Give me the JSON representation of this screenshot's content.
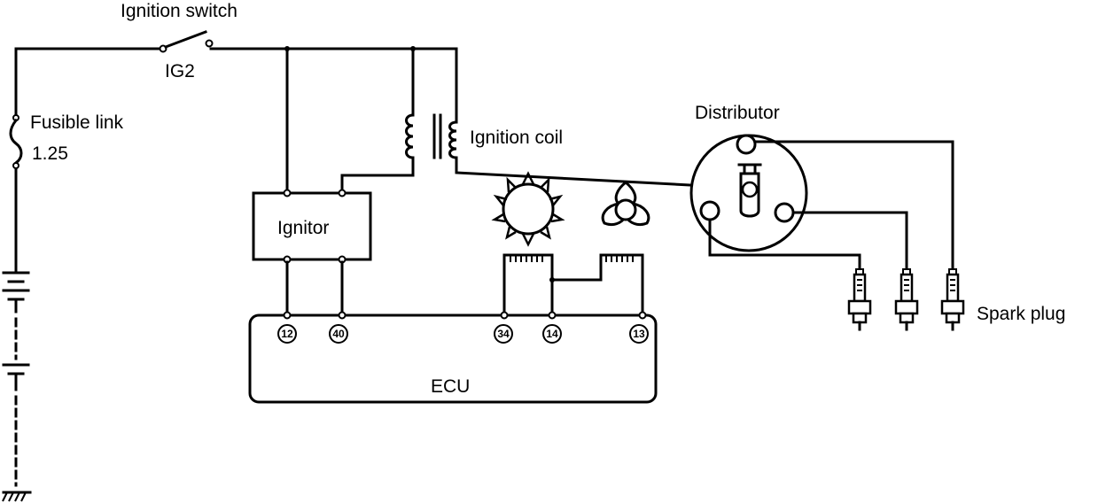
{
  "labels": {
    "ignition_switch": "Ignition switch",
    "ig2": "IG2",
    "fusible_link": "Fusible link",
    "fusible_rating": "1.25",
    "ignition_coil": "Ignition coil",
    "distributor": "Distributor",
    "ignitor": "Ignitor",
    "ecu": "ECU",
    "spark_plug": "Spark plug"
  },
  "ecu_pins": [
    "12",
    "40",
    "34",
    "14",
    "13"
  ],
  "colors": {
    "line": "#000000",
    "background": "#ffffff"
  }
}
